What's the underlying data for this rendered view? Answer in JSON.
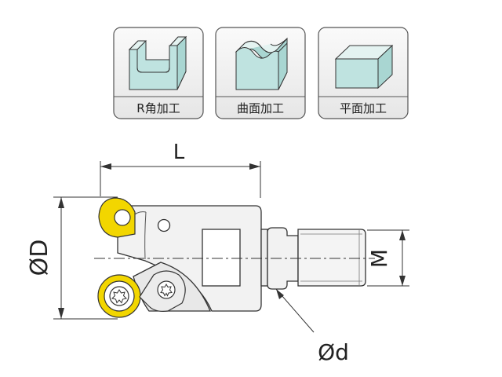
{
  "machining_types": [
    {
      "label": "R角加工",
      "icon": "r-corner-machining-icon"
    },
    {
      "label": "曲面加工",
      "icon": "curved-surface-machining-icon"
    },
    {
      "label": "平面加工",
      "icon": "flat-surface-machining-icon"
    }
  ],
  "dimensions": {
    "length": "L",
    "cutter_diameter": "ØD",
    "thread": "M",
    "shank_diameter": "Ød"
  },
  "colors": {
    "workpiece_fill": "#bfe3e0",
    "insert_yellow": "#f2d600",
    "body_gray": "#f2f2f2",
    "outline": "#333333"
  }
}
